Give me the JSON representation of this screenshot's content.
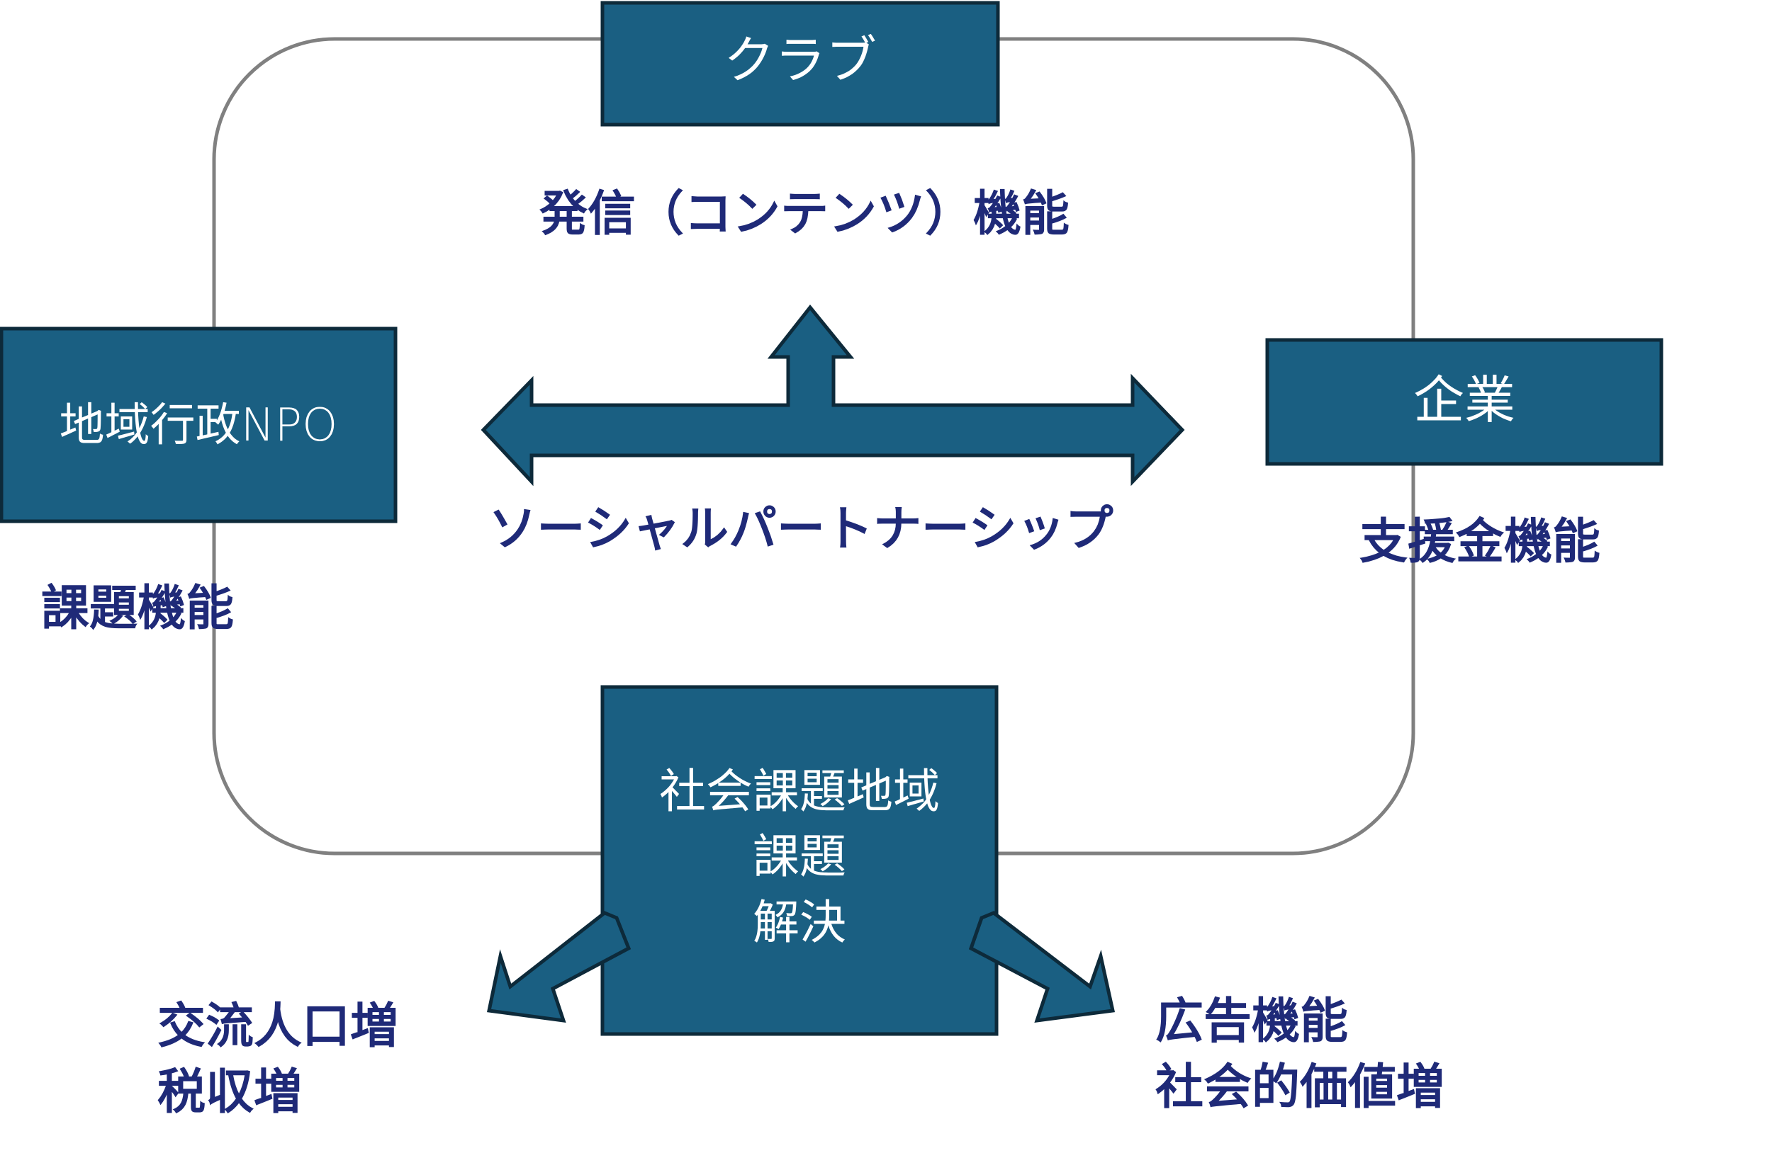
{
  "colors": {
    "box_fill": "#1a5f82",
    "box_stroke": "#0d2a3a",
    "box_text": "#ffffff",
    "label_text": "#1f2a78",
    "cycle_line": "#808080"
  },
  "boxes": {
    "club": "クラブ",
    "npo": "地域行政NPO",
    "company": "企業",
    "center_line1": "社会課題地域",
    "center_line2": "課題",
    "center_line3": "解決"
  },
  "labels": {
    "broadcast": "発信（コンテンツ）機能",
    "partnership": "ソーシャルパートナーシップ",
    "support": "支援金機能",
    "issue": "課題機能",
    "left_out_line1": "交流人口増",
    "left_out_line2": "税収増",
    "right_out_line1": "広告機能",
    "right_out_line2": "社会的価値増"
  }
}
